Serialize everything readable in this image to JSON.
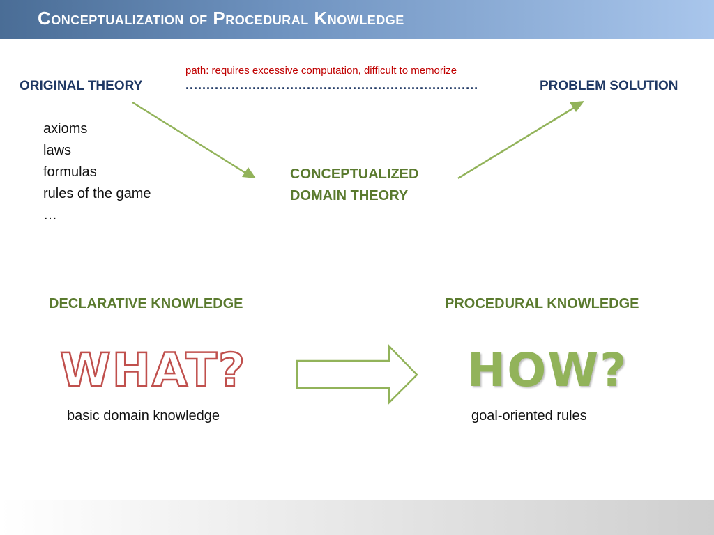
{
  "slide": {
    "title": "Conceptualization of Procedural Knowledge"
  },
  "diagram": {
    "original_theory": "ORIGINAL THEORY",
    "problem_solution": "PROBLEM SOLUTION",
    "path_note": "path: requires excessive computation, difficult to memorize",
    "dotted_path": "......................................................................",
    "conceptualized_line1": "CONCEPTUALIZED",
    "conceptualized_line2": "DOMAIN THEORY",
    "theory_items": [
      "axioms",
      "laws",
      "formulas",
      "rules of the game",
      "…"
    ]
  },
  "knowledge": {
    "declarative_heading": "DECLARATIVE KNOWLEDGE",
    "procedural_heading": "PROCEDURAL KNOWLEDGE",
    "what": "WHAT?",
    "how": "HOW?",
    "declarative_caption": "basic domain knowledge",
    "procedural_caption": "goal-oriented rules"
  },
  "colors": {
    "title_bar": "#4a6d96",
    "navy_text": "#1f3864",
    "green_text": "#5a7a2e",
    "path_note": "#c00000",
    "arrow_green": "#92b35a",
    "what_outline": "#c0504d"
  }
}
